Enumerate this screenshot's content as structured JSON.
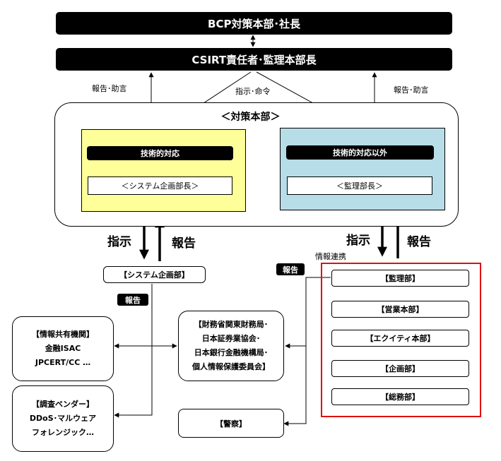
{
  "top": {
    "ceo": "BCP対策本部･社長",
    "csirt": "CSIRT責任者･監理本部長"
  },
  "labels": {
    "report_advice_left": "報告･助言",
    "instruction_order": "指示･命令",
    "report_advice_right": "報告･助言",
    "info_link": "情報連携"
  },
  "hq": {
    "title": "＜対策本部＞",
    "tech": {
      "title": "技術的対応",
      "role": "＜システム企画部長＞"
    },
    "nontech": {
      "title": "技術的対応以外",
      "role": "＜監理部長＞"
    }
  },
  "flows": {
    "left_instruct": "指示",
    "left_report": "報告",
    "right_instruct": "指示",
    "right_report": "報告"
  },
  "badges": {
    "report_system": "報告",
    "report_monitor": "報告"
  },
  "system_dept": "【システム企画部】",
  "external": {
    "info_sharing": [
      "【情報共有機関】",
      "金融ISAC",
      "JPCERT/CC …"
    ],
    "vendor": [
      "【調査ベンダー】",
      "DDoS･マルウェア",
      "フォレンジック…"
    ],
    "regulators": [
      "【財務省関東財務局･",
      "日本証券業協会･",
      "日本銀行金融機構局･",
      "個人情報保護委員会】"
    ],
    "police": "【警察】"
  },
  "departments": [
    "【監理部】",
    "【営業本部】",
    "【エクイティ本部】",
    "【企画部】",
    "【総務部】"
  ],
  "colors": {
    "tech_fill": "#FFFF99",
    "nontech_fill": "#B7DDE8",
    "highlight_border": "#DD1111"
  }
}
